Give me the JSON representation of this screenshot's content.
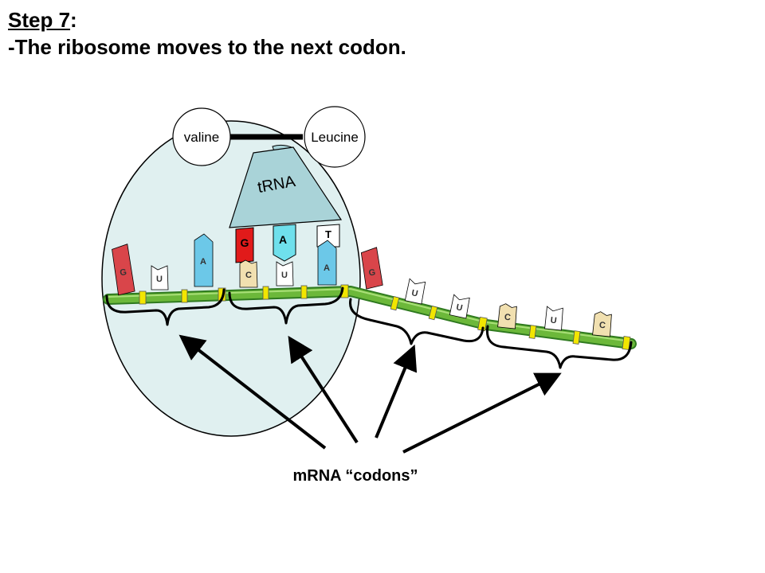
{
  "slide": {
    "step_label": "Step 7",
    "step_suffix": ":",
    "heading": "-The ribosome moves to the next codon."
  },
  "diagram": {
    "amino_acids": [
      "valine",
      "Leucine"
    ],
    "trna_label": "tRNA",
    "anticodon": [
      "G",
      "A",
      "T"
    ],
    "mrna_bases": [
      "G",
      "U",
      "A",
      "C",
      "U",
      "A",
      "G",
      "U",
      "U",
      "C",
      "U",
      "C"
    ],
    "caption": "mRNA “codons”",
    "colors": {
      "ribosome": "#e0f0f0",
      "mrna_strand": "#6cb83a",
      "mrna_strand_dark": "#2f7a1f",
      "band_yellow": "#f2e600",
      "base_red": "#d9454a",
      "base_blue": "#6cc8e8",
      "base_white": "#ffffff",
      "base_tan": "#f1e0b0",
      "trna_body": "#a9d3d8",
      "anticodon_red": "#e11a1a",
      "anticodon_cyan": "#6fe0ec"
    }
  }
}
